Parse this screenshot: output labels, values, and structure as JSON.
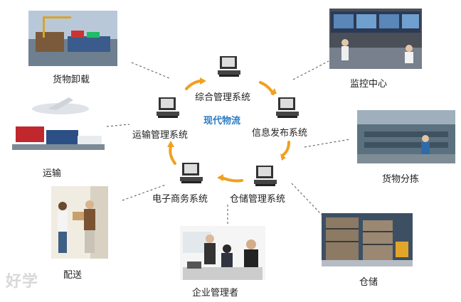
{
  "center": {
    "title": "现代物流"
  },
  "systems": {
    "integrated": "综合管理系统",
    "info_publish": "信息发布系统",
    "transport": "运输管理系统",
    "ecommerce": "电子商务系统",
    "warehouse_mgmt": "仓储管理系统"
  },
  "nodes": {
    "unloading": "货物卸载",
    "monitoring": "监控中心",
    "transport": "运输",
    "sorting": "货物分拣",
    "delivery": "配送",
    "enterprise": "企业管理者",
    "storage": "仓储"
  },
  "watermark": "好学",
  "colors": {
    "title_blue": "#2b7cc4",
    "arrow_orange": "#f0a020",
    "line_gray": "#555555"
  }
}
